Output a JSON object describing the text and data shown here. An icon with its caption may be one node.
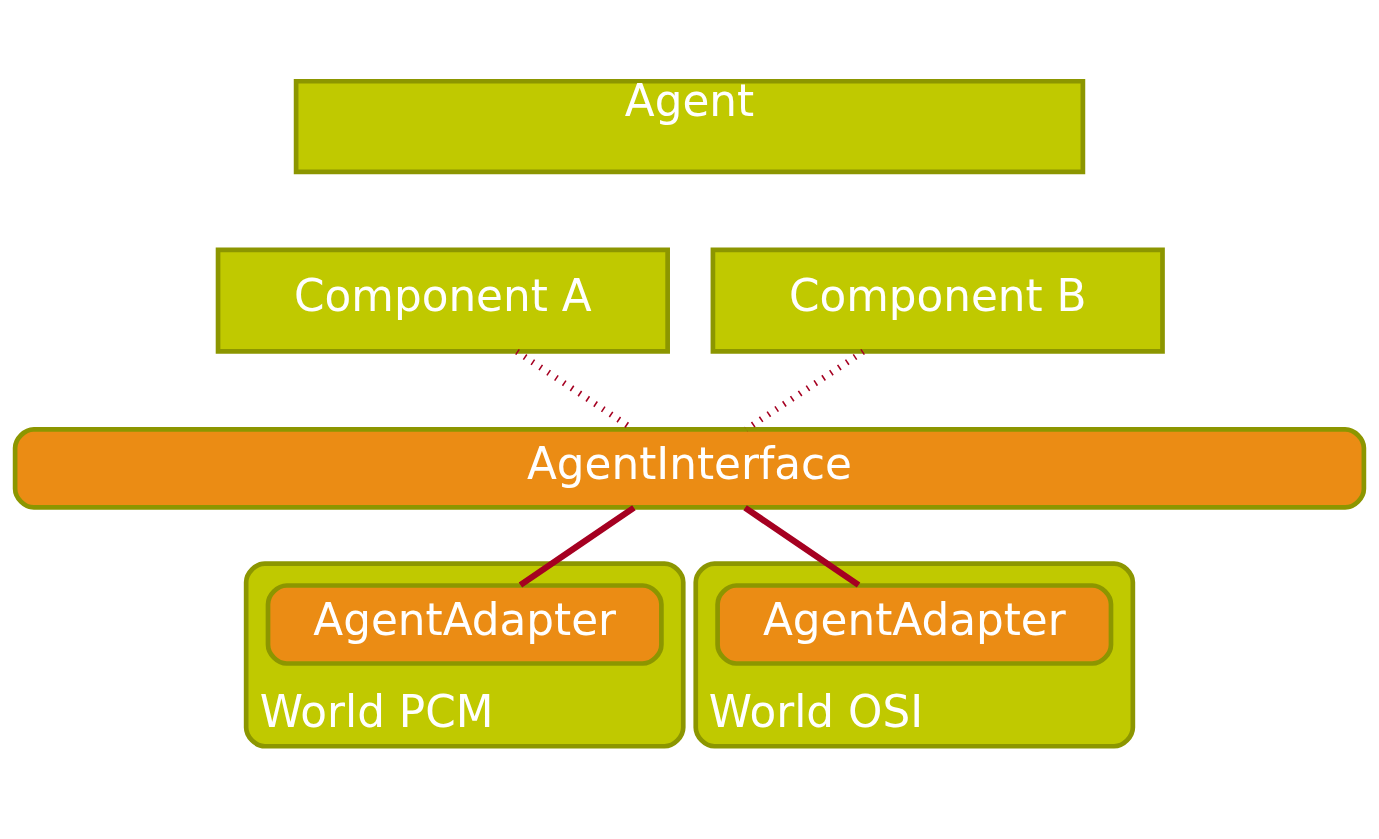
{
  "diagram": {
    "nodes": [
      {
        "text": [
          "Agent"
        ]
      },
      {
        "text": [
          "Component A"
        ]
      },
      {
        "text": [
          "Component B"
        ]
      },
      {
        "text": [
          "AgentInterface"
        ]
      },
      {
        "text": [
          "World PCM"
        ]
      },
      {
        "text": [
          "AgentAdapter"
        ],
        "in": 4
      },
      {
        "text": [
          "World OSI"
        ]
      },
      {
        "text": [
          "AgentAdapter"
        ],
        "in": 6
      }
    ],
    "edges": [
      {
        "from": 1,
        "to": 3,
        "arrow": "none",
        "style": "dashed"
      },
      {
        "from": 2,
        "to": 3,
        "arrow": "none",
        "style": "dashed"
      },
      {
        "from": 3,
        "to": 5,
        "arrow": "none"
      },
      {
        "from": 3,
        "to": 7,
        "arrow": "none"
      }
    ]
  }
}
